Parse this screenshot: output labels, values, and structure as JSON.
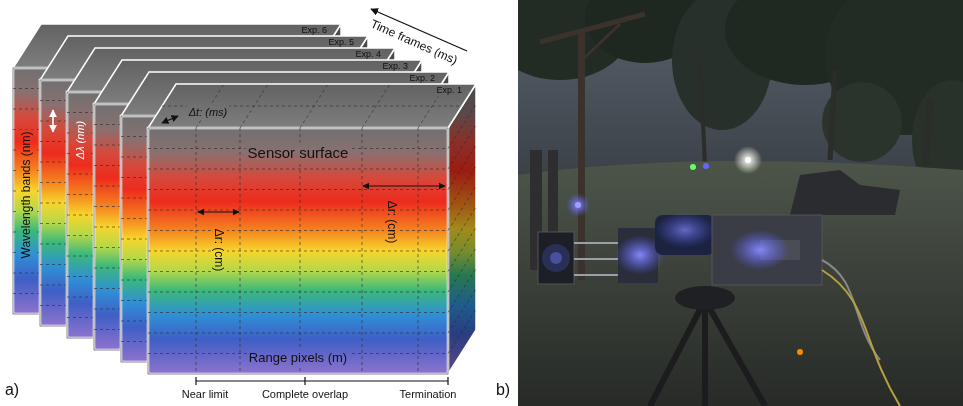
{
  "diagram": {
    "labels": [
      "a)",
      "b)",
      "Time frames (ms)",
      "Exp. 6",
      "Exp. 5",
      "Exp. 4",
      "Exp. 3",
      "Exp. 2",
      "Exp. 1",
      "Δt: (ms)",
      "Wavelength bands (nm)",
      "Δλ (nm)",
      "Sensor surface",
      "Δr: (cm)",
      "Δr: (cm)",
      "Range pixels (m)",
      "Near limit",
      "Complete overlap",
      "Termination"
    ]
  }
}
